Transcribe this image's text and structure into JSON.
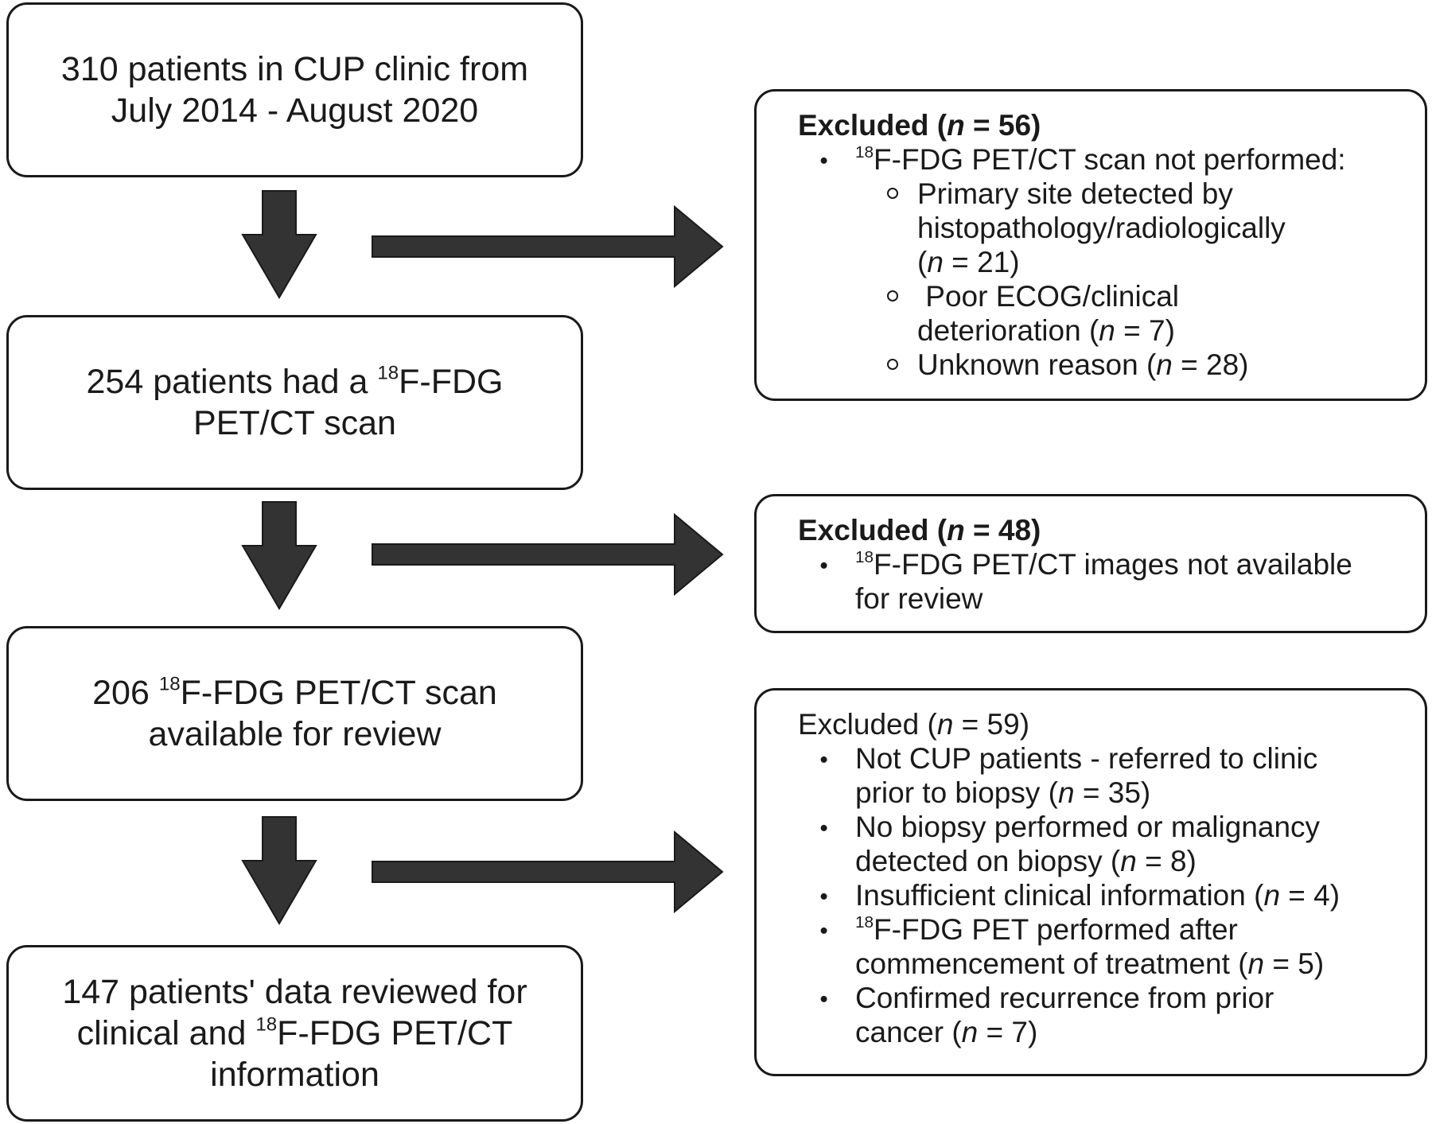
{
  "flow_boxes": {
    "box1": {
      "line1": "310 patients in CUP clinic from",
      "line2": "July 2014 - August 2020"
    },
    "box2": {
      "line1_prefix": "254 patients had a ",
      "line1_sup": "18",
      "line1_suffix": "F-FDG",
      "line2": "PET/CT scan"
    },
    "box3": {
      "line1_prefix": "206 ",
      "line1_sup": "18",
      "line1_suffix": "F-FDG PET/CT scan",
      "line2": "available for review"
    },
    "box4": {
      "line1": "147 patients' data reviewed for",
      "line2_prefix": "clinical and ",
      "line2_sup": "18",
      "line2_suffix": "F-FDG PET/CT",
      "line3": "information"
    }
  },
  "exclusion_boxes": {
    "excl1": {
      "title_prefix": "Excluded (",
      "n_var": "n",
      "title_suffix": " = 56)",
      "bullet_sup": "18",
      "bullet_text": "F-FDG PET/CT scan not performed:",
      "sub1_line1": "Primary site detected by",
      "sub1_line2": "histopathology/radiologically",
      "sub1_line3_prefix": "(",
      "sub1_line3_suffix": " = 21)",
      "sub2_line1": " Poor ECOG/clinical",
      "sub2_line2_prefix": "deterioration (",
      "sub2_line2_suffix": " = 7)",
      "sub3_prefix": "Unknown reason (",
      "sub3_suffix": " = 28)"
    },
    "excl2": {
      "title_prefix": "Excluded (",
      "n_var": "n",
      "title_suffix": " = 48)",
      "bullet_sup": "18",
      "bullet_line1": "F-FDG PET/CT images not available",
      "bullet_line2": "for review"
    },
    "excl3": {
      "title_prefix": "Excluded (",
      "n_var": "n",
      "title_suffix": " = 59)",
      "b1_line1": "Not CUP patients - referred to clinic",
      "b1_line2_prefix": "prior to biopsy (",
      "b1_line2_suffix": " = 35)",
      "b2_line1": "No biopsy performed or malignancy",
      "b2_line2_prefix": "detected on biopsy (",
      "b2_line2_suffix": " = 8)",
      "b3_prefix": "Insufficient clinical information (",
      "b3_suffix": " = 4)",
      "b4_sup": "18",
      "b4_line1": "F-FDG PET performed after",
      "b4_line2_prefix": "commencement of treatment (",
      "b4_line2_suffix": " = 5)",
      "b5_line1": "Confirmed recurrence from prior",
      "b5_line2_prefix": "cancer (",
      "b5_line2_suffix": " = 7)"
    }
  },
  "colors": {
    "arrow_fill": "#333333",
    "border": "#1a1a1a"
  }
}
